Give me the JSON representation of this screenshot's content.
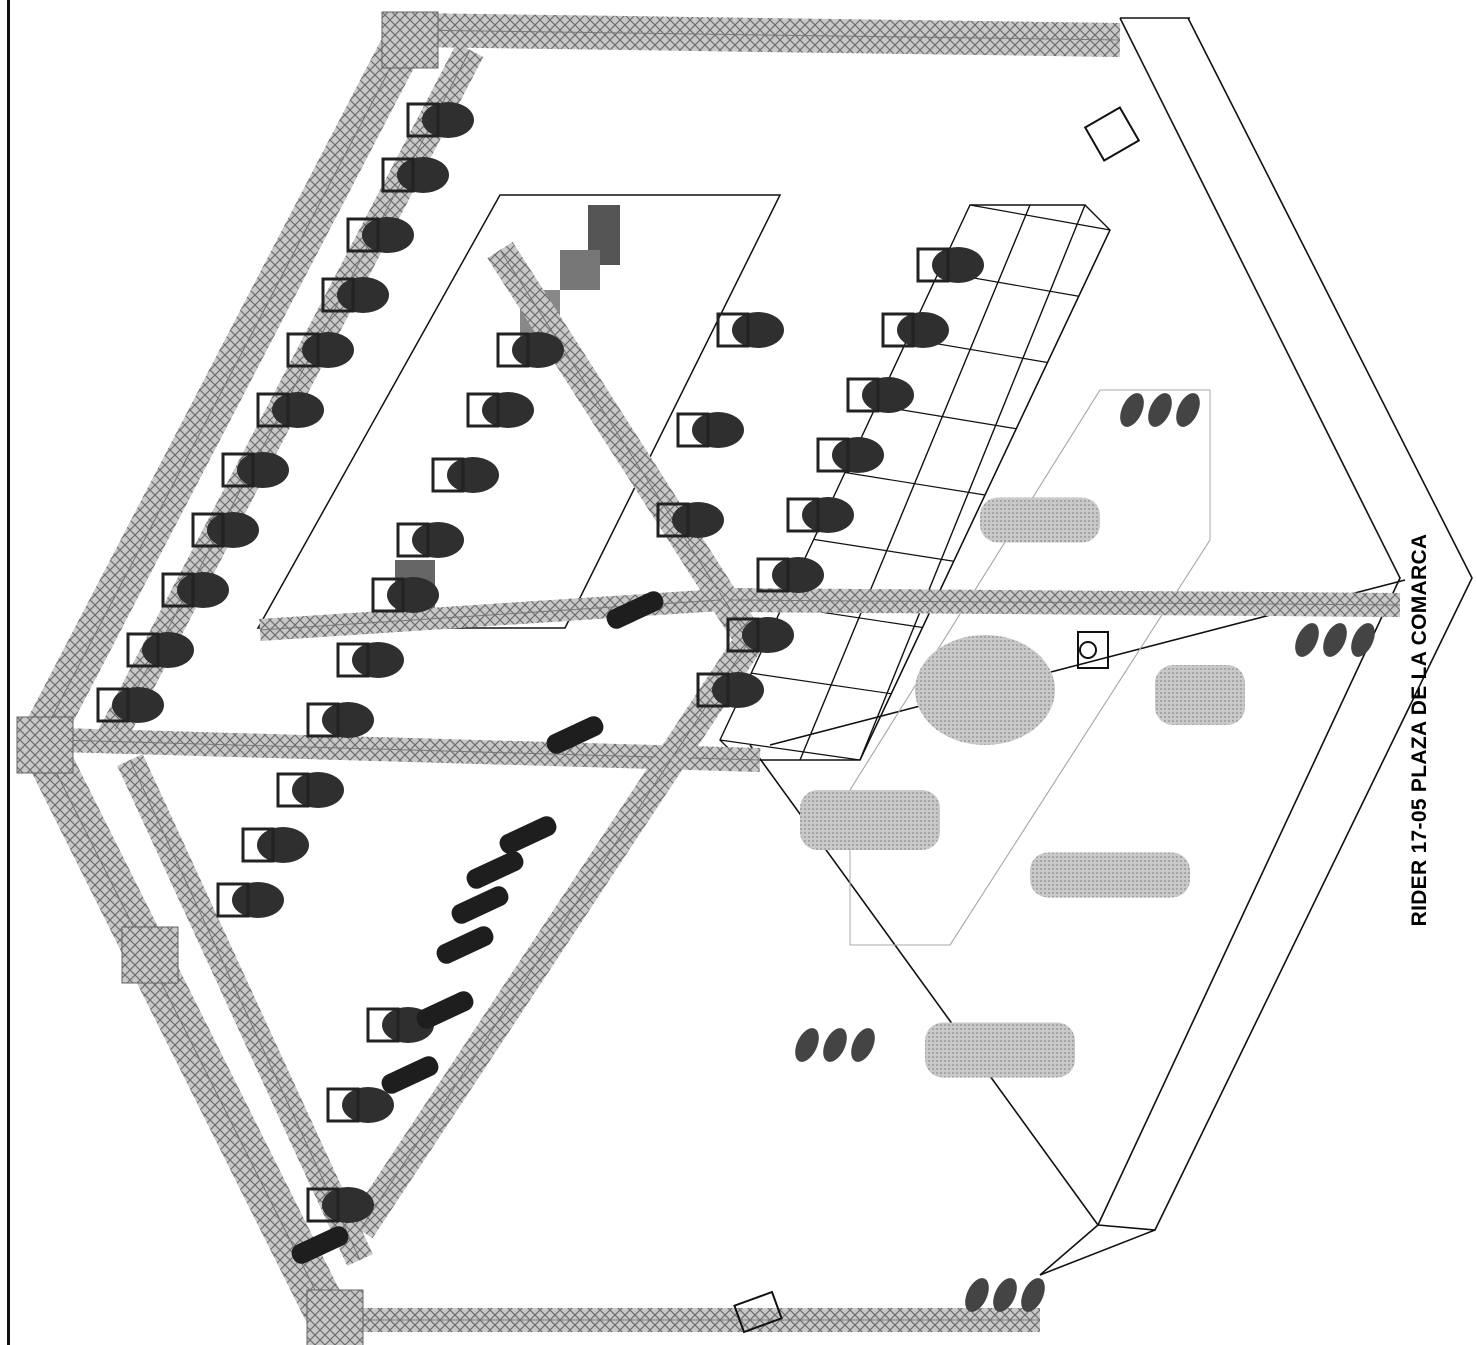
{
  "drawing": {
    "title": "RIDER 17-05 PLAZA DE LA COMARCA"
  },
  "colors": {
    "truss": "#8a8a8a",
    "truss_dark": "#5c5c5c",
    "fixture": "#2f2f2f",
    "figure": "#b3b3b3",
    "line": "#111111"
  },
  "elements": {
    "truss_grid": "truss-structure",
    "stage_platform": "stage-deck",
    "moving_heads": "moving-head-fixture",
    "par_cans": "par-can-fixture",
    "blinders": "blinder-fixture",
    "followspot": "followspot-fixture",
    "performers": "performer-figure",
    "risers": "riser-box"
  }
}
